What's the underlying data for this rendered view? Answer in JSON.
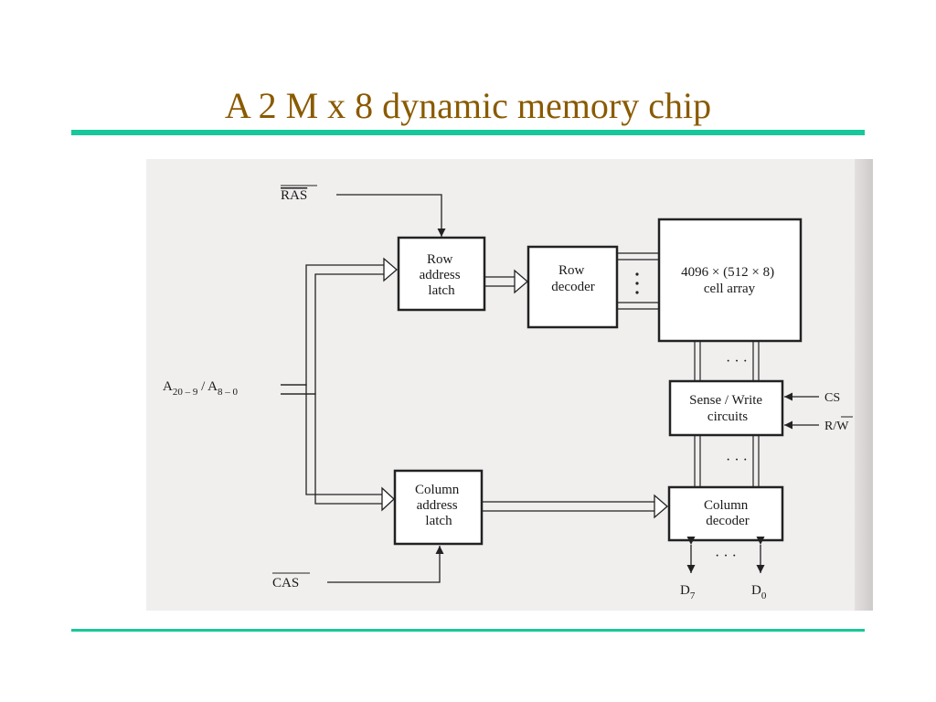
{
  "slide": {
    "title": "A 2 M x 8 dynamic memory chip"
  },
  "diagram": {
    "signals": {
      "ras": "RAS",
      "cas": "CAS",
      "address_main": "A",
      "address_hi_sub": "20 – 9",
      "address_sep": " / A",
      "address_lo_sub": "8 – 0",
      "cs": "CS",
      "rw_r": "R/",
      "rw_w": "W",
      "d7_main": "D",
      "d7_sub": "7",
      "d0_main": "D",
      "d0_sub": "0"
    },
    "blocks": {
      "row_address_latch": [
        "Row",
        "address",
        "latch"
      ],
      "row_decoder": [
        "Row",
        "decoder"
      ],
      "cell_array": [
        "4096 × (512 × 8)",
        "cell array"
      ],
      "sense_write": [
        "Sense / Write",
        "circuits"
      ],
      "column_address_latch": [
        "Column",
        "address",
        "latch"
      ],
      "column_decoder": [
        "Column",
        "decoder"
      ]
    },
    "ellipsis": "· · ·",
    "colors": {
      "title": "#8a5a00",
      "rule": "#18c79a",
      "line": "#2a2a2a"
    }
  }
}
